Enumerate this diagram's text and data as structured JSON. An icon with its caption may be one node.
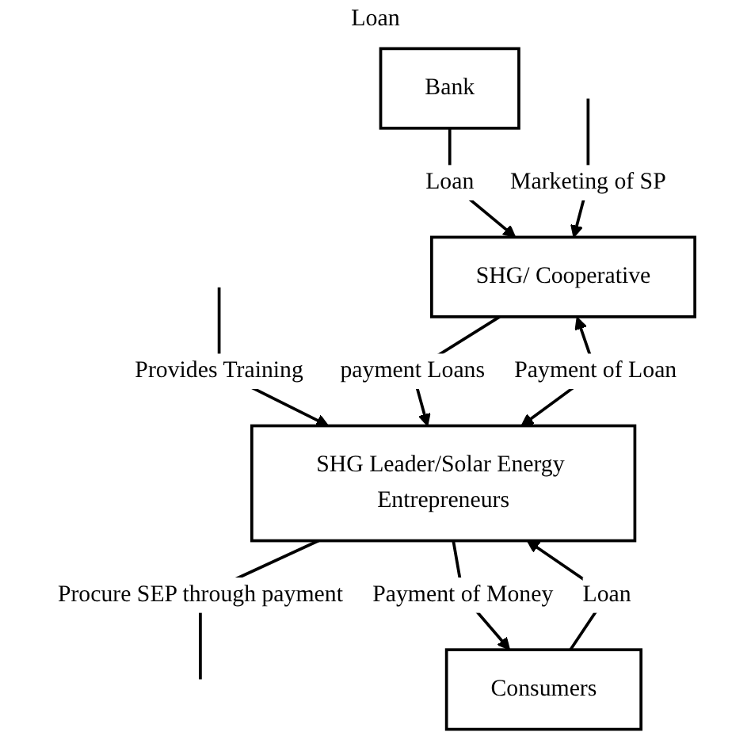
{
  "diagram": {
    "nodes": [
      {
        "text": [
          "Bank"
        ]
      },
      {
        "text": [
          "SHG/ Cooperative"
        ]
      },
      {
        "text": [
          "SHG Leader/Solar Energy Entrepreneurs"
        ]
      },
      {
        "text": [
          "Consumers"
        ]
      }
    ],
    "edges": [
      {
        "from": 0,
        "to": 1,
        "arrow": "to",
        "label": "Loan"
      },
      {
        "from": null,
        "to": 1,
        "arrow": "to",
        "label": "Marketing of SP"
      },
      {
        "from": null,
        "to": 2,
        "arrow": "to",
        "label": "Provides Training"
      },
      {
        "from": 1,
        "to": 2,
        "arrow": "to",
        "label": "payment Loans"
      },
      {
        "from": 1,
        "to": 2,
        "arrow": "both",
        "label": "Payment of Loan"
      },
      {
        "from": 2,
        "to": null,
        "arrow": "none",
        "label": "Procure SEP through payment"
      },
      {
        "from": 3,
        "to": 2,
        "arrow": "to",
        "label": "Loan"
      },
      {
        "from": 2,
        "to": 3,
        "arrow": "to",
        "label": "Payment of Money"
      }
    ],
    "labels": [
      "Loan"
    ]
  }
}
